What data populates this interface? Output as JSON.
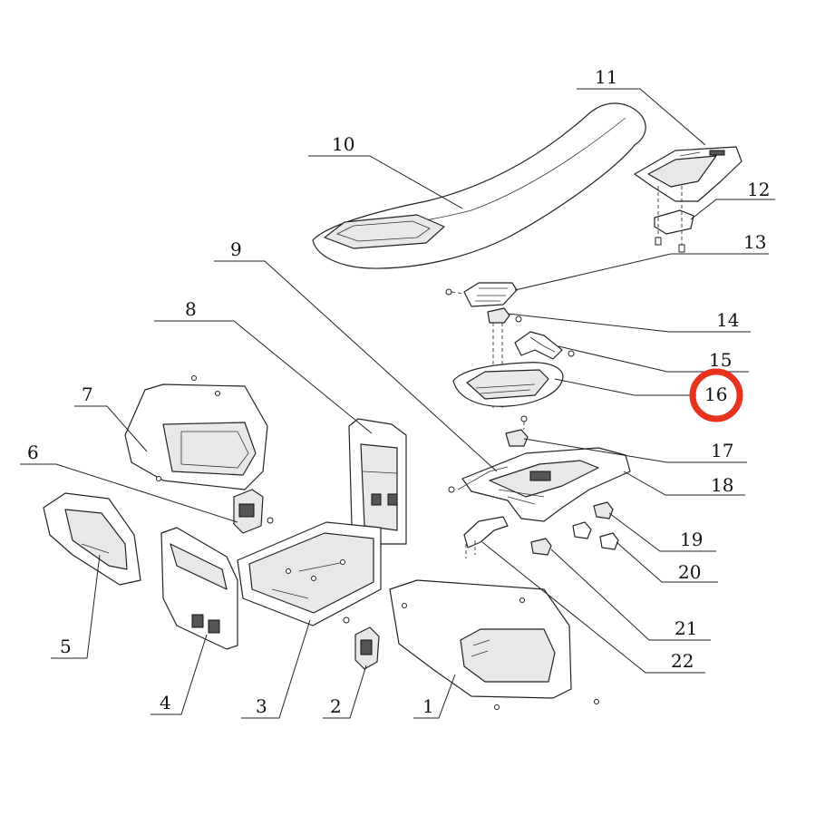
{
  "diagram": {
    "type": "exploded-parts-diagram",
    "highlighted_part": "16",
    "highlight_color": "#e8321e",
    "line_color": "#222222",
    "labels": [
      "1",
      "2",
      "3",
      "4",
      "5",
      "6",
      "7",
      "8",
      "9",
      "10",
      "11",
      "12",
      "13",
      "14",
      "15",
      "16",
      "17",
      "18",
      "19",
      "20",
      "21",
      "22"
    ]
  }
}
